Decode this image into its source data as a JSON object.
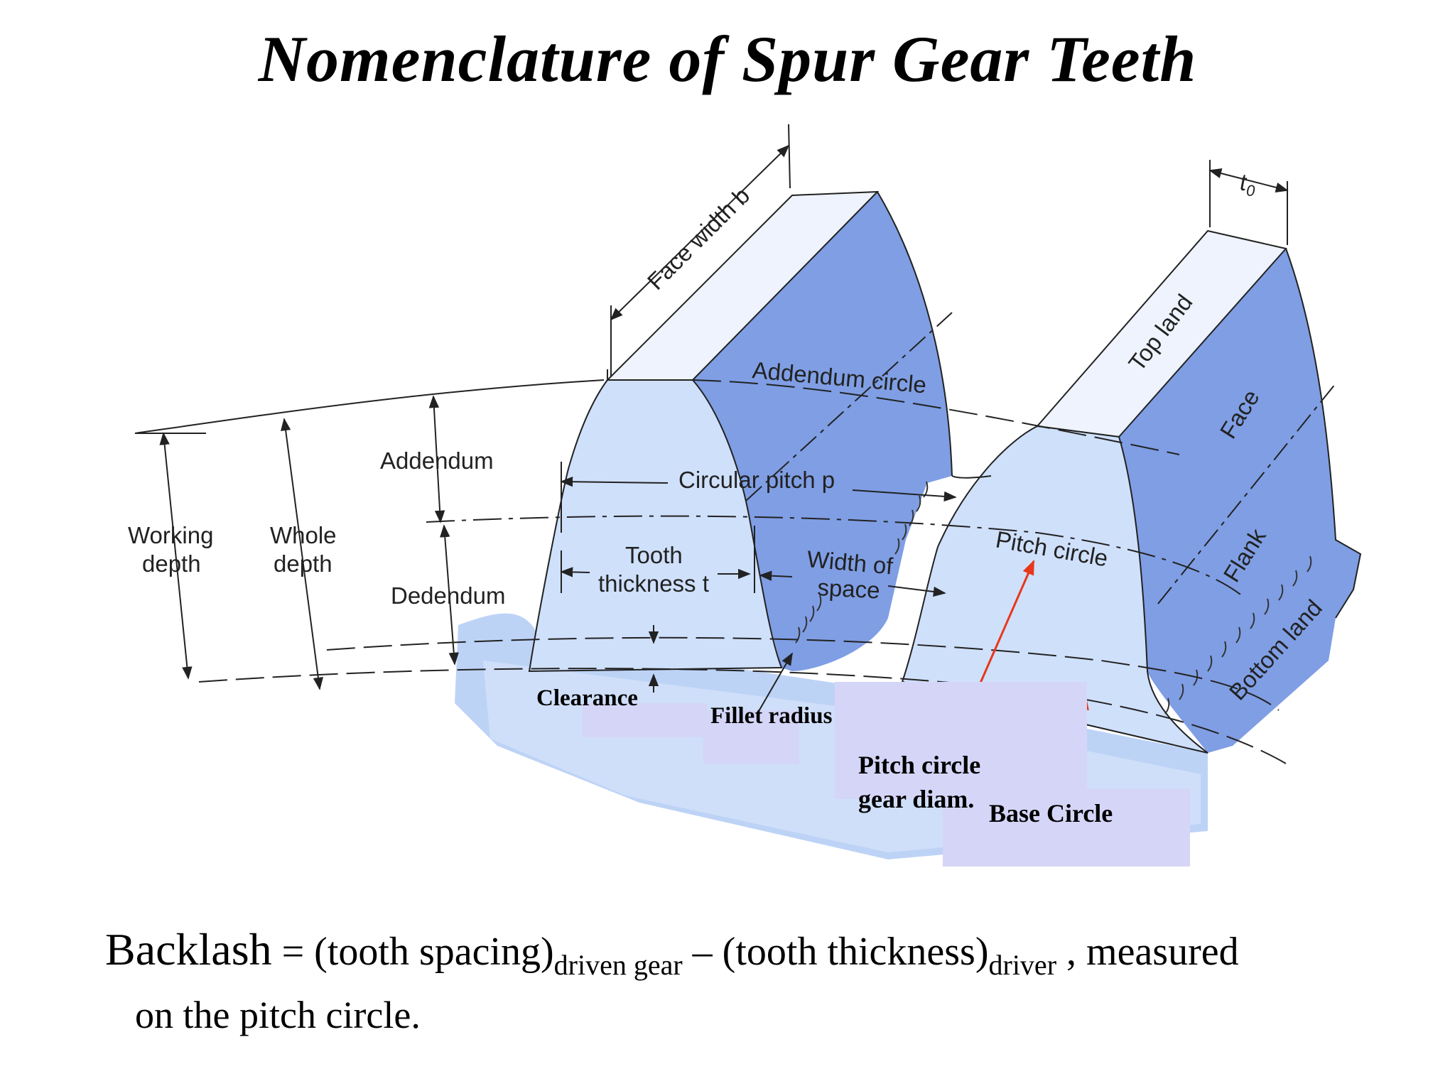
{
  "title": "Nomenclature of Spur Gear Teeth",
  "colors": {
    "flank_blue": "#7f9ee4",
    "face_light": "#cfe0fb",
    "top_land": "#eef3fd",
    "base_pool": "#bdd3f6",
    "label_box": "#d5d5f8",
    "arrow_red": "#e8371b"
  },
  "labels": {
    "face_width": "Face width b",
    "t0": "t",
    "t0_sub": "0",
    "top_land": "Top land",
    "face": "Face",
    "flank": "Flank",
    "bottom_land": "Bottom land",
    "addendum_circle": "Addendum circle",
    "circular_pitch": "Circular pitch p",
    "pitch_circle": "Pitch circle",
    "width_of_space_1": "Width of",
    "width_of_space_2": "space",
    "tooth_thickness_1": "Tooth",
    "tooth_thickness_2": "thickness t",
    "addendum": "Addendum",
    "dedendum": "Dedendum",
    "working_depth_1": "Working",
    "working_depth_2": "depth",
    "whole_depth_1": "Whole",
    "whole_depth_2": "depth"
  },
  "overlay": {
    "clearance": "Clearance",
    "fillet_radius": "Fillet radius",
    "pitch_circle_diam_1": "Pitch circle",
    "pitch_circle_diam_2": "gear diam.",
    "base_circle": "Base Circle"
  },
  "backlash": {
    "word": "Backlash",
    "eq_part1": " = (tooth spacing)",
    "sub1": "driven gear",
    "eq_part2": " – (tooth thickness)",
    "sub2": "driver",
    "eq_part3": " , measured",
    "line2": "on the pitch circle."
  }
}
